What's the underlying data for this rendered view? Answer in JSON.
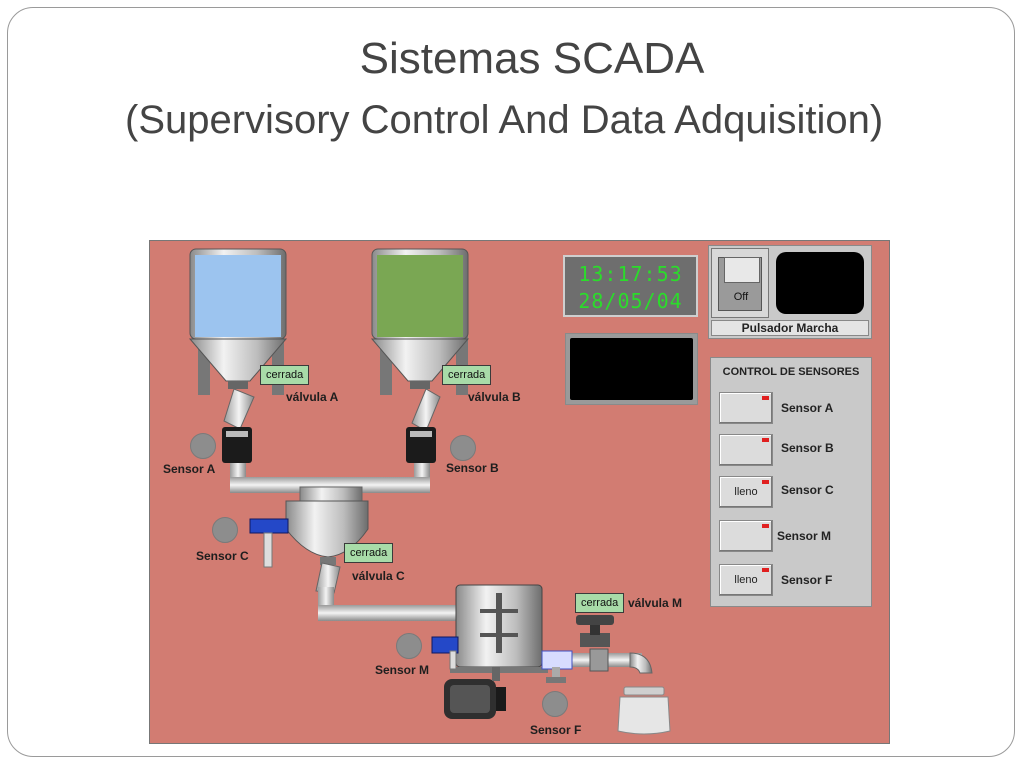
{
  "slide": {
    "title": "Sistemas SCADA",
    "subtitle": "(Supervisory Control And Data Adquisition)"
  },
  "hmi": {
    "clock": {
      "time": "13:17:53",
      "date": "28/05/04"
    },
    "start_switch": {
      "state_label": "Off",
      "caption": "Pulsador Marcha"
    },
    "valves": [
      {
        "name": "válvula A",
        "state": "cerrada"
      },
      {
        "name": "válvula B",
        "state": "cerrada"
      },
      {
        "name": "válvula C",
        "state": "cerrada"
      },
      {
        "name": "válvula M",
        "state": "cerrada"
      }
    ],
    "sensors": {
      "a": "Sensor A",
      "b": "Sensor B",
      "c": "Sensor C",
      "m": "Sensor M",
      "f": "Sensor F"
    },
    "sensor_panel": {
      "title": "CONTROL DE SENSORES",
      "rows": [
        {
          "label": "Sensor A",
          "value": ""
        },
        {
          "label": "Sensor B",
          "value": ""
        },
        {
          "label": "Sensor C",
          "value": "lleno"
        },
        {
          "label": "Sensor M",
          "value": ""
        },
        {
          "label": "Sensor F",
          "value": "lleno"
        }
      ]
    },
    "colors": {
      "panel_bg": "#d27c72",
      "tank_a_fill": "#9cc4ef",
      "tank_b_fill": "#7aa753",
      "tag_bg": "#a8dba8",
      "clock_text": "#2bdc2b",
      "led": "#e02020"
    }
  }
}
